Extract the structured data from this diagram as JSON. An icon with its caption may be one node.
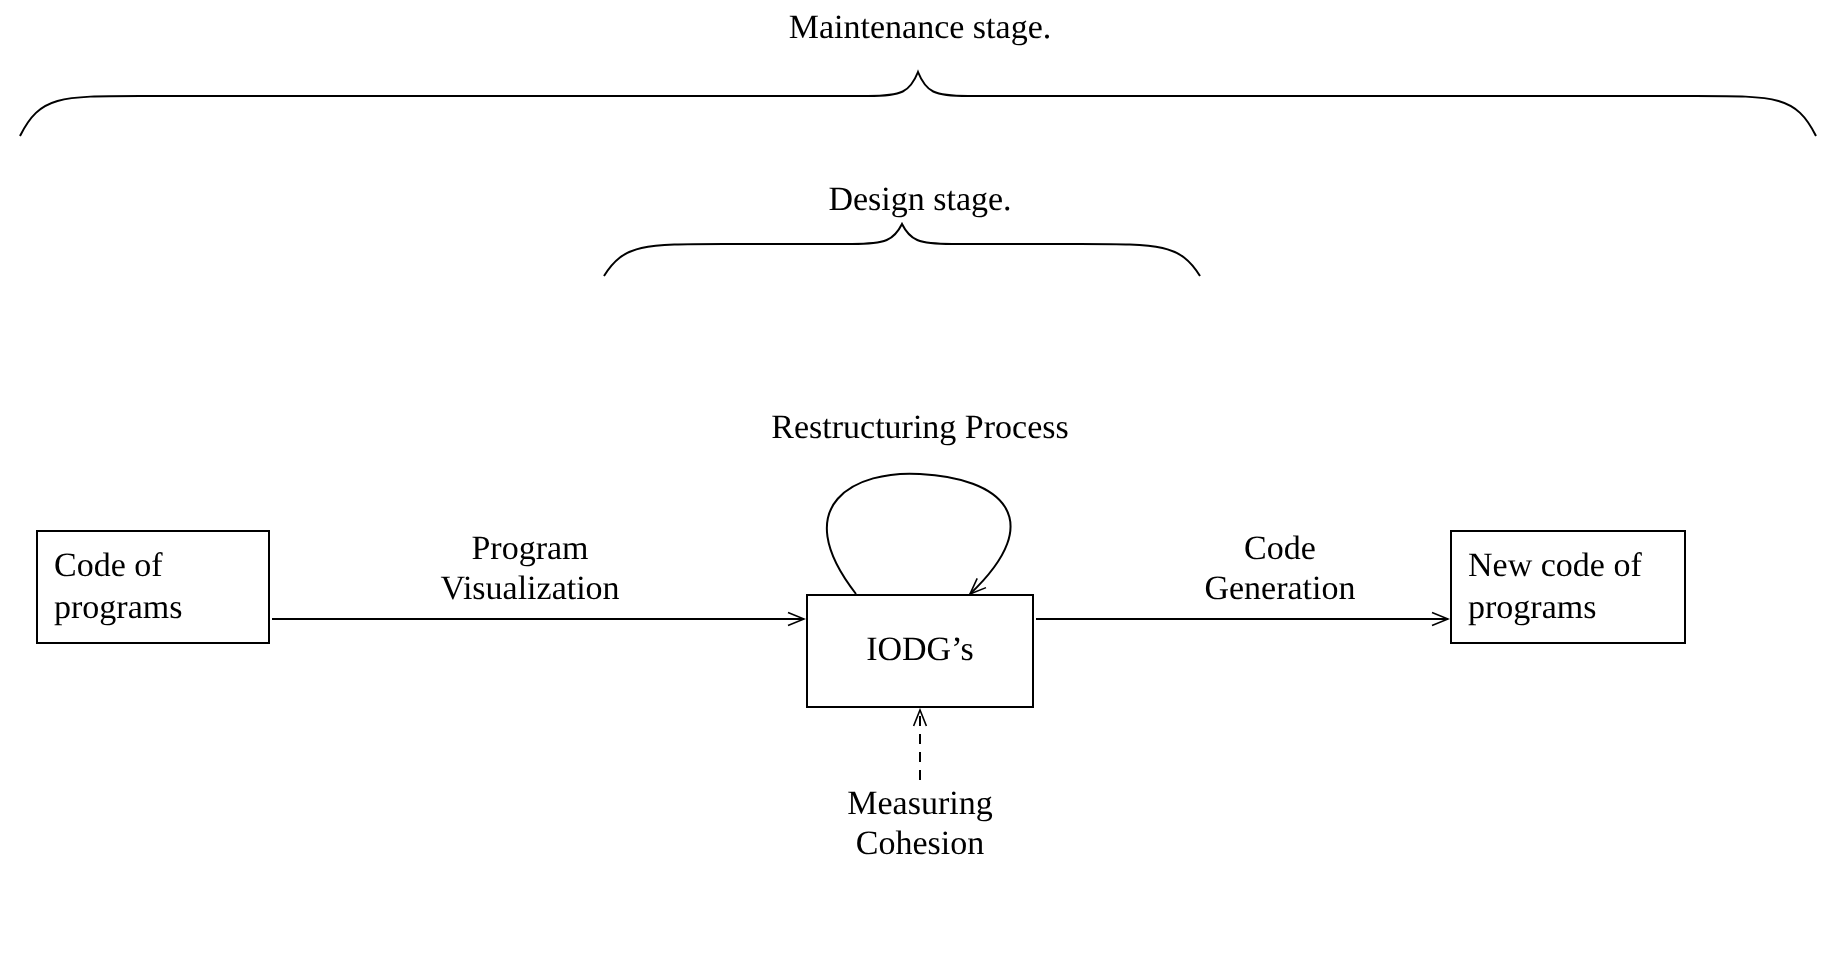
{
  "diagram": {
    "nodes": [
      {
        "text": [
          "Code of programs"
        ]
      },
      {
        "text": [
          "IODG’s"
        ]
      },
      {
        "text": [
          "New code of programs"
        ]
      },
      {
        "text": [
          "Measuring Cohesion"
        ]
      }
    ],
    "edges": [
      {
        "from": 0,
        "to": 1,
        "arrow": "to",
        "label": "Program Visualization"
      },
      {
        "from": 1,
        "to": 1,
        "arrow": "to",
        "label": "Restructuring Process"
      },
      {
        "from": 1,
        "to": 2,
        "arrow": "to",
        "label": "Code Generation"
      },
      {
        "from": 3,
        "to": 1,
        "arrow": "to",
        "style": "dashed"
      }
    ],
    "labels": [
      "Maintenance stage.",
      "Design stage."
    ]
  }
}
